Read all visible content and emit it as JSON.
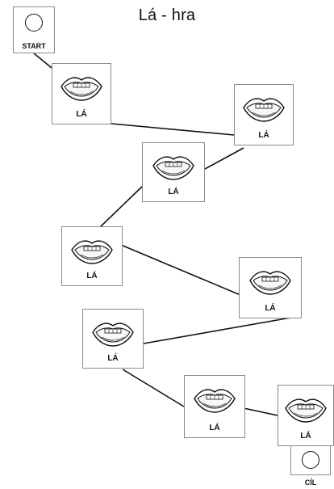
{
  "title": "Lá - hra",
  "start": {
    "label": "START",
    "icon": "circle-icon"
  },
  "finish": {
    "label": "CÍL",
    "icon": "circle-icon"
  },
  "tiles": [
    {
      "label": "LÁ",
      "icon": "mouth-icon"
    },
    {
      "label": "LÁ",
      "icon": "mouth-icon"
    },
    {
      "label": "LÁ",
      "icon": "mouth-icon"
    },
    {
      "label": "LÁ",
      "icon": "mouth-icon"
    },
    {
      "label": "LÁ",
      "icon": "mouth-icon"
    },
    {
      "label": "LÁ",
      "icon": "mouth-icon"
    },
    {
      "label": "LÁ",
      "icon": "mouth-icon"
    },
    {
      "label": "LÁ",
      "icon": "mouth-icon"
    }
  ],
  "colors": {
    "line": "#111111",
    "border": "#8a8a8a"
  }
}
